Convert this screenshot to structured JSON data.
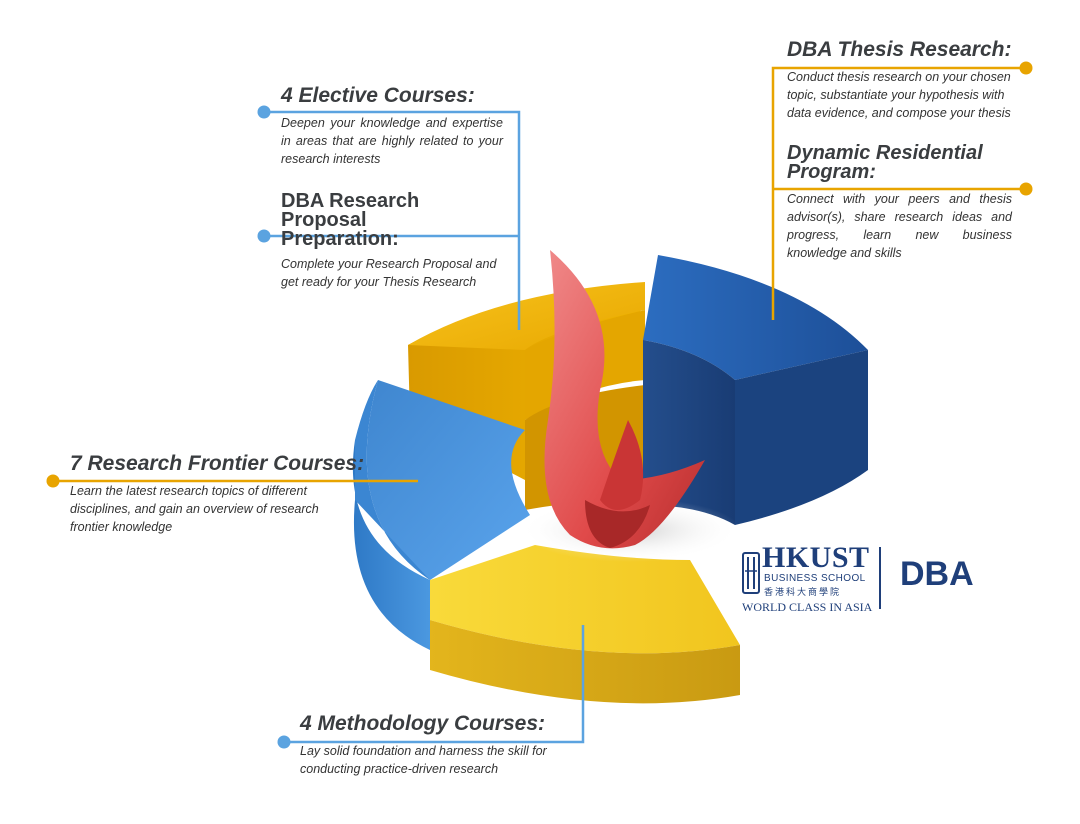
{
  "segments": [
    {
      "id": "elective",
      "title": "4 Elective Courses:",
      "description": "Deepen your knowledge and expertise in areas that are highly related to your research interests",
      "color": "#F2B705"
    },
    {
      "id": "proposal",
      "title": "DBA Research Proposal Preparation:",
      "description": "Complete your Research Proposal and get ready for your Thesis Research",
      "color": "#F2B705"
    },
    {
      "id": "thesis",
      "title": "DBA Thesis Research:",
      "description": "Conduct thesis research on your chosen topic, substantiate your hypothesis with data evidence, and compose your thesis",
      "color": "#2A63B3"
    },
    {
      "id": "residential",
      "title": "Dynamic Residential Program:",
      "description": "Connect with your peers and thesis advisor(s), share research ideas and progress, learn new business knowledge and skills",
      "color": "#2A63B3"
    },
    {
      "id": "frontier",
      "title": "7 Research Frontier Courses:",
      "description": "Learn the latest research topics of different disciplines, and gain an overview of research frontier knowledge",
      "color": "#4A90D9"
    },
    {
      "id": "methodology",
      "title": "4 Methodology Courses:",
      "description": "Lay solid foundation and harness the skill for conducting practice-driven research",
      "color": "#F5D327"
    }
  ],
  "colors": {
    "leader_blue": "#5BA3E0",
    "leader_gold": "#E8A400",
    "flame": "#E24A4A",
    "logo": "#1F3F7A"
  },
  "logo": {
    "name": "HKUST",
    "school": "BUSINESS SCHOOL",
    "chinese": "香港科大商學院",
    "tagline": "WORLD CLASS IN ASIA",
    "program": "DBA"
  }
}
